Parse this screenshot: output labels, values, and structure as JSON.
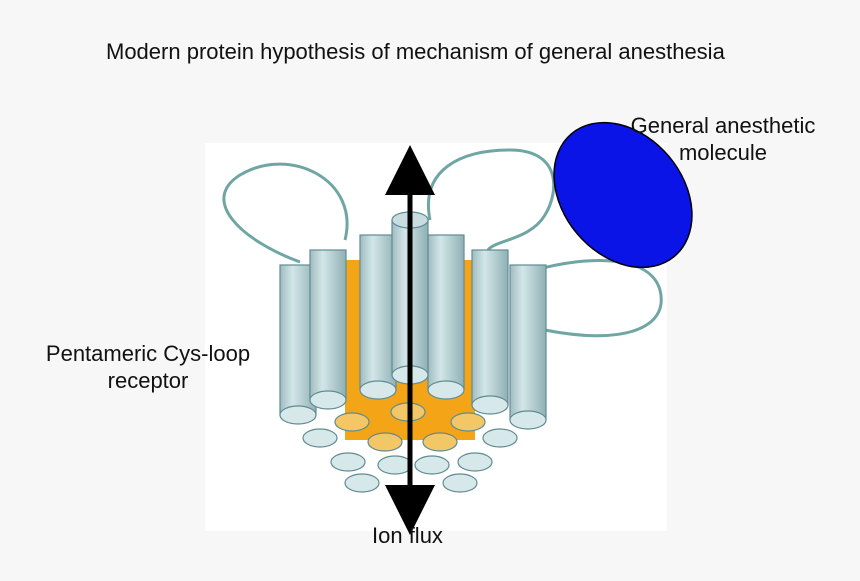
{
  "title": "Modern protein hypothesis of mechanism of general anesthesia",
  "anesthetic": {
    "line1": "General anesthetic",
    "line2": "molecule",
    "color": "#0a14e6"
  },
  "receptor": {
    "line1": "Pentameric Cys-loop",
    "line2": "receptor"
  },
  "flux": {
    "label": "Ion flux"
  },
  "colors": {
    "helix": "#b8d0d4",
    "helix_top": "#d6e8ea",
    "pore": "#f4a417",
    "loop": "#6fa6a4",
    "arrow": "#000000"
  }
}
